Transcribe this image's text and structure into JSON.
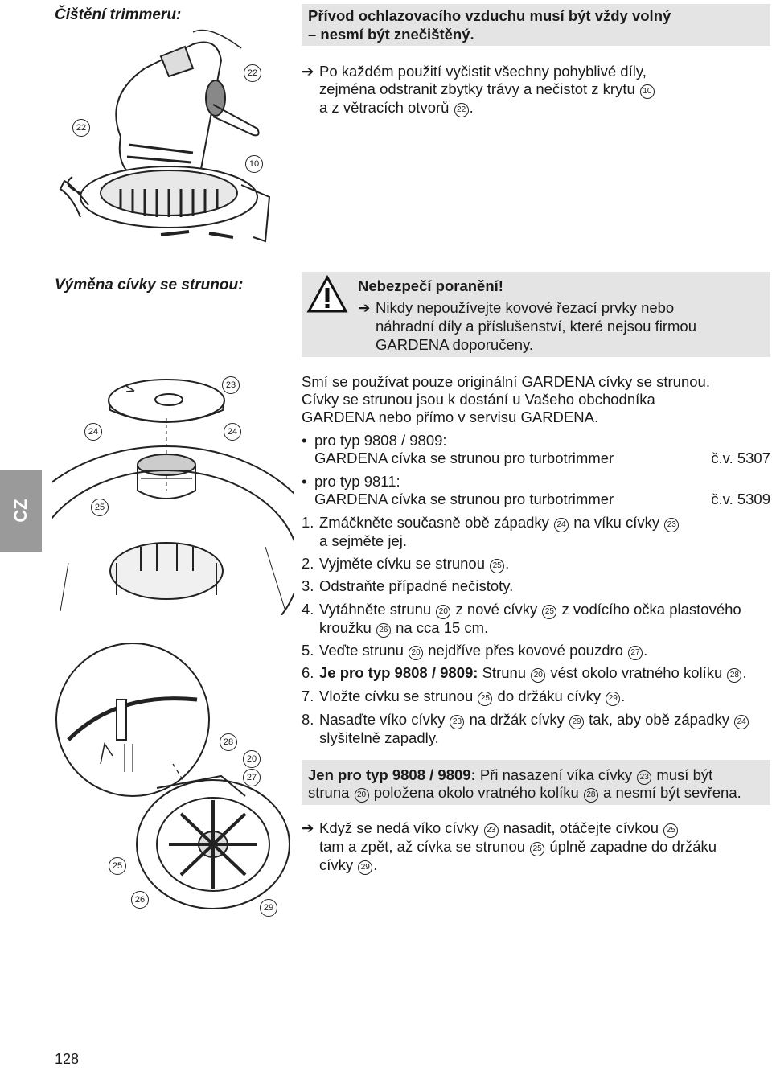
{
  "section_cleaning": {
    "title": "Čištění trimmeru:",
    "note_line1": "Přívod ochlazovacího vzduchu musí být vždy volný",
    "note_line2": "– nesmí být znečištěný.",
    "instr_line1": "Po každém použití vyčistit všechny pohyblivé díly,",
    "instr_line2": "zejména odstranit zbytky trávy a nečistot z krytu",
    "instr_line3": "a z větracích otvorů",
    "label_10": "10",
    "label_22": "22"
  },
  "section_spool": {
    "title": "Výměna cívky se strunou:",
    "warning_title": "Nebezpečí poranění!",
    "warning_line1": "Nikdy nepoužívejte kovové řezací prvky nebo",
    "warning_line2": "náhradní díly a příslušenství, které nejsou firmou",
    "warning_line3": "GARDENA doporučeny.",
    "intro_line1": "Smí se používat pouze originální GARDENA cívky se strunou.",
    "intro_line2": "Cívky se strunou jsou k dostání u Vašeho obchodníka",
    "intro_line3": "GARDENA nebo přímo v servisu GARDENA.",
    "bullet1_line1": "pro typ 9808 / 9809:",
    "bullet1_line2": "GARDENA cívka se strunou pro turbotrimmer",
    "bullet1_code": "č.v. 5307",
    "bullet2_line1": "pro typ 9811:",
    "bullet2_line2": "GARDENA cívka se strunou pro turbotrimmer",
    "bullet2_code": "č.v. 5309",
    "step1_a": "Zmáčkněte současně obě západky",
    "step1_b": "na víku cívky",
    "step1_c": "a sejměte jej.",
    "step2": "Vyjměte cívku se strunou",
    "step3": "Odstraňte případné nečistoty.",
    "step4_a": "Vytáhněte strunu",
    "step4_b": "z nové cívky",
    "step4_c": "z vodícího očka plastového",
    "step4_d": "kroužku",
    "step4_e": "na cca 15 cm.",
    "step5": "Veďte strunu",
    "step5_b": "nejdříve přes kovové pouzdro",
    "step6_bold": "Je pro typ 9808 / 9809:",
    "step6_a": "Strunu",
    "step6_b": "vést okolo vratného kolíku",
    "step7_a": "Vložte cívku se strunou",
    "step7_b": "do držáku cívky",
    "step8_a": "Nasaďte víko cívky",
    "step8_b": "na držák cívky",
    "step8_c": "tak, aby obě západky",
    "step8_d": "slyšitelně zapadly.",
    "note_bold": "Jen pro typ 9808 / 9809:",
    "note_a": "Při nasazení víka cívky",
    "note_b": "musí být",
    "note_c": "struna",
    "note_d": "položena okolo vratného kolíku",
    "note_e": "a nesmí být sevřena.",
    "hint_a": "Když se nedá víko cívky",
    "hint_b": "nasadit, otáčejte cívkou",
    "hint_c": "tam a zpět, až cívka se strunou",
    "hint_d": "úplně zapadne do držáku",
    "hint_e": "cívky",
    "labels": {
      "n20": "20",
      "n23": "23",
      "n24": "24",
      "n25": "25",
      "n26": "26",
      "n27": "27",
      "n28": "28",
      "n29": "29"
    }
  },
  "numbers": {
    "s1": "1.",
    "s2": "2.",
    "s3": "3.",
    "s4": "4.",
    "s5": "5.",
    "s6": "6.",
    "s7": "7.",
    "s8": "8."
  },
  "arrow_glyph": "➔",
  "bullet_glyph": "•",
  "tab_label": "CZ",
  "page_number": "128"
}
